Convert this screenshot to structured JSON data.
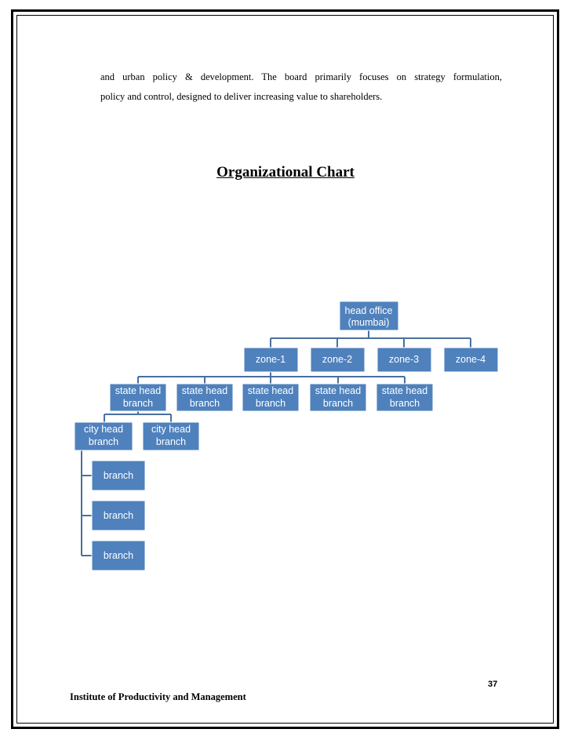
{
  "paragraph": {
    "line1": "and urban policy & development. The board primarily focuses on strategy formulation,",
    "line2": "policy and control, designed to deliver increasing value to shareholders."
  },
  "heading": "Organizational Chart",
  "org_chart": {
    "head_office": {
      "line1": "head office",
      "line2": "(mumbai)"
    },
    "zones": [
      "zone-1",
      "zone-2",
      "zone-3",
      "zone-4"
    ],
    "state_heads": [
      {
        "line1": "state head",
        "line2": "branch"
      },
      {
        "line1": "state head",
        "line2": "branch"
      },
      {
        "line1": "state head",
        "line2": "branch"
      },
      {
        "line1": "state head",
        "line2": "branch"
      },
      {
        "line1": "state head",
        "line2": "branch"
      }
    ],
    "city_heads": [
      {
        "line1": "city head",
        "line2": "branch"
      },
      {
        "line1": "city head",
        "line2": "branch"
      }
    ],
    "branches": [
      "branch",
      "branch",
      "branch"
    ]
  },
  "footer": {
    "page_number": "37",
    "institute": "Institute of Productivity and Management"
  }
}
